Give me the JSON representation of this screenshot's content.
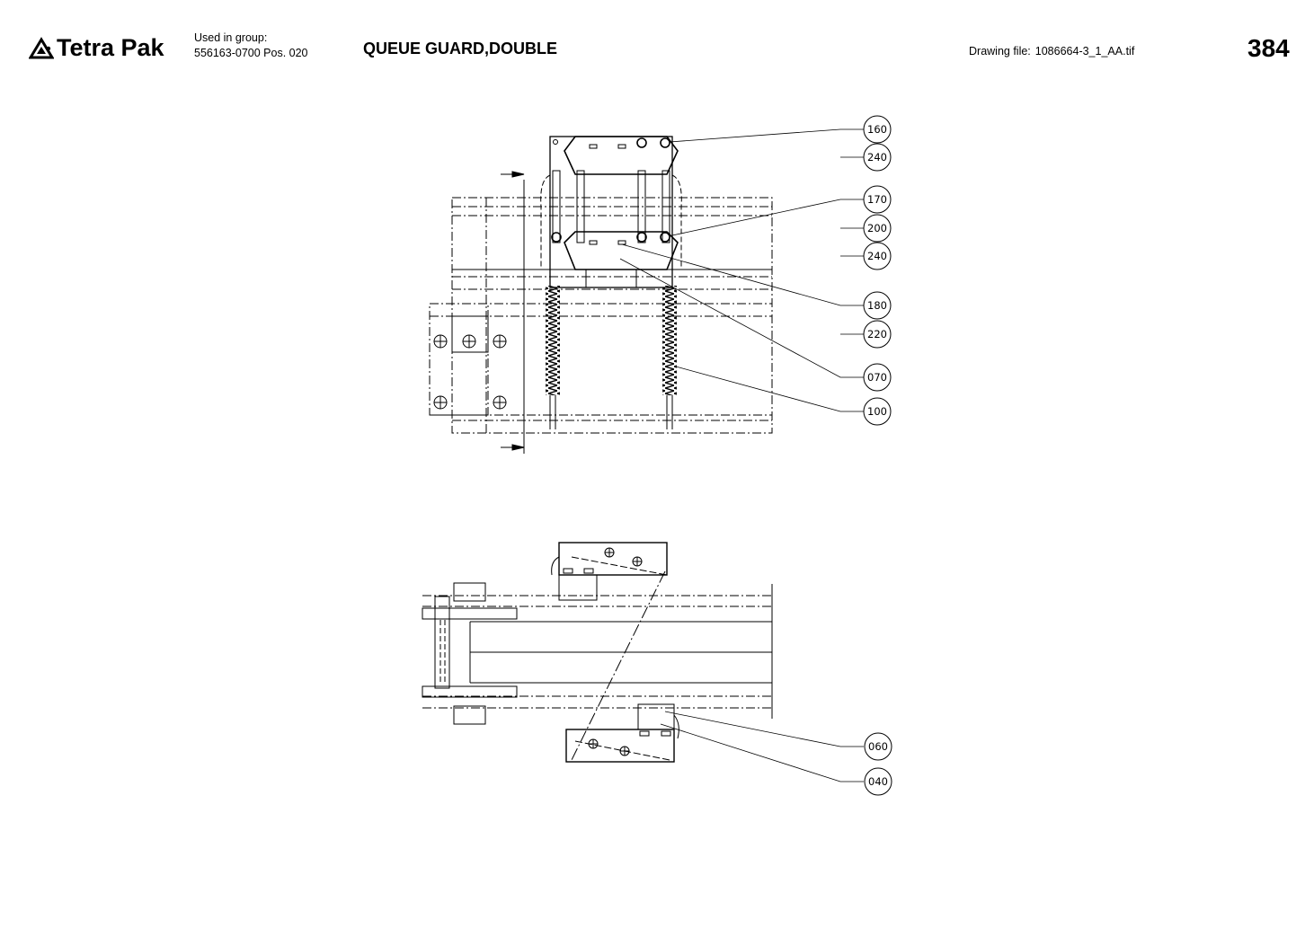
{
  "header": {
    "brand": "Tetra Pak",
    "used_in_group_label": "Used in group:",
    "used_in_group_value": "556163-0700 Pos. 020",
    "title": "QUEUE GUARD,DOUBLE",
    "drawing_file_label": "Drawing file:",
    "drawing_file_value": "1086664-3_1_AA.tif",
    "page_number": "384"
  },
  "callouts_top": [
    "160",
    "240",
    "170",
    "200",
    "240",
    "180",
    "220",
    "070",
    "100"
  ],
  "callouts_bottom": [
    "060",
    "040"
  ]
}
